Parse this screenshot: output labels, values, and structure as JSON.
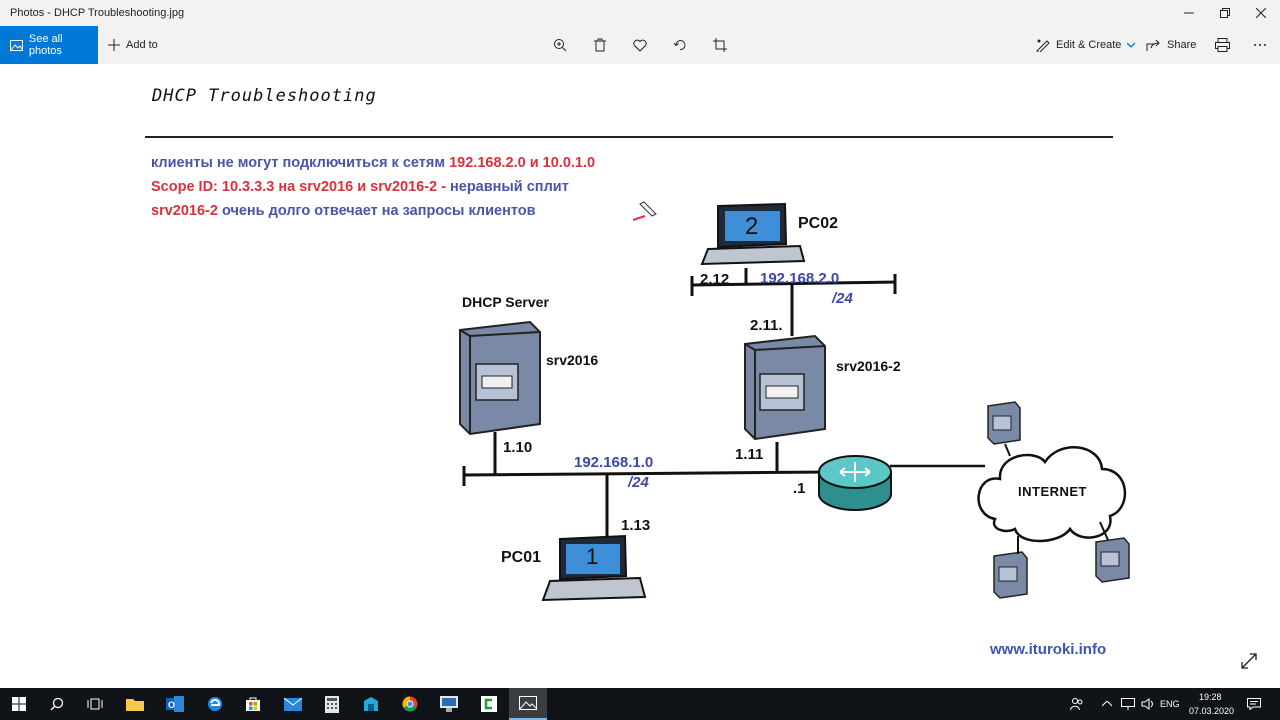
{
  "window": {
    "title": "Photos - DHCP Troubleshooting.jpg"
  },
  "toolbar": {
    "see_all_label": "See all photos",
    "add_to_label": "Add to",
    "edit_create_label": "Edit & Create",
    "share_label": "Share"
  },
  "slide": {
    "heading": "DHCP Troubleshooting",
    "line1_part1": "клиенты не могут подключиться к сетям ",
    "line1_part2": "192.168.2.0 и 10.0.1.0",
    "line2_part1": "Scope ID: 10.3.3.3 на srv2016 и srv2016-2 - ",
    "line2_part2": "неравный сплит",
    "line3_part1": "srv2016-2",
    "line3_part2": " очень долго отвечает на запросы клиентов",
    "diagram": {
      "dhcp_server_label": "DHCP Server",
      "srv2016": "srv2016",
      "srv2016_2": "srv2016-2",
      "pc01": "PC01",
      "pc02": "PC02",
      "ip_1_10": "1.10",
      "ip_1_11": "1.11",
      "ip_1_13": "1.13",
      "ip_2_11": "2.11.",
      "ip_2_12": "2.12",
      "router_ip": ".1",
      "net1": "192.168.1.0",
      "net1_mask": "/24",
      "net2": "192.168.2.0",
      "net2_mask": "/24",
      "internet": "INTERNET",
      "pc01_screen": "1",
      "pc02_screen": "2"
    },
    "website": "www.ituroki.info"
  },
  "taskbar": {
    "lang": "ENG",
    "time": "19:28",
    "date": "07.03.2020"
  },
  "colors": {
    "accent": "#0078d7",
    "text_blue": "#4a54a8",
    "text_red": "#d8323a",
    "router": "#3aa6a6"
  }
}
